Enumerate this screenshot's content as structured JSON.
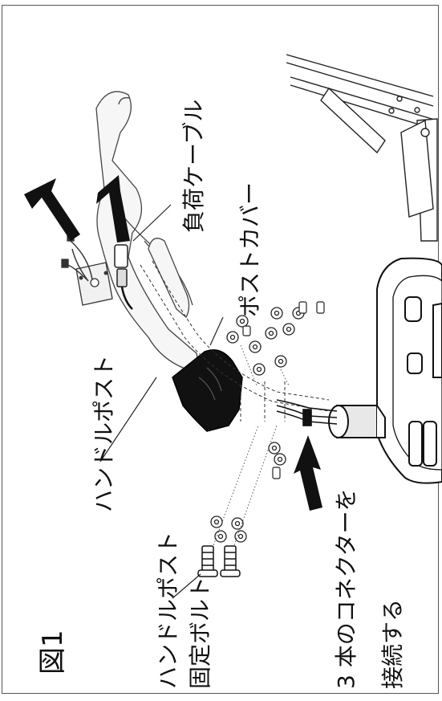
{
  "figure": {
    "number_label": "図1"
  },
  "labels": {
    "load_cable": "負荷ケーブル",
    "post_cover": "ポストカバー",
    "handle_post": "ハンドルポスト",
    "handle_post_bolt_line1": "ハンドルポスト",
    "handle_post_bolt_line2": "固定ボルト",
    "connect_line1": "3 本のコネクターを",
    "connect_line2": "接続する"
  },
  "colors": {
    "line": "#222222",
    "cover": "#111111",
    "arrow": "#111111",
    "part_fill": "#f4f4f4"
  }
}
